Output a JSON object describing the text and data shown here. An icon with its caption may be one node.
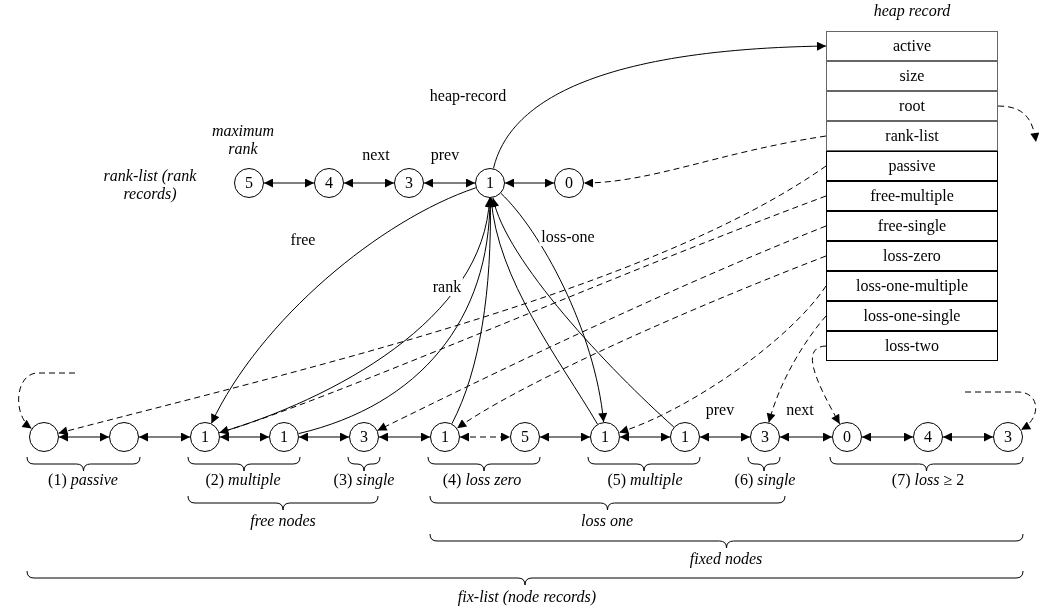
{
  "diagram": {
    "nodes": [
      {
        "text": [
          "heap record"
        ]
      },
      {
        "text": [
          "active"
        ],
        "in": 0
      },
      {
        "text": [
          "size"
        ],
        "in": 0
      },
      {
        "text": [
          "root"
        ],
        "in": 0
      },
      {
        "text": [
          "rank-list"
        ],
        "in": 0
      },
      {
        "text": [
          "passive"
        ],
        "in": 0
      },
      {
        "text": [
          "free-multiple"
        ],
        "in": 0
      },
      {
        "text": [
          "free-single"
        ],
        "in": 0
      },
      {
        "text": [
          "loss-zero"
        ],
        "in": 0
      },
      {
        "text": [
          "loss-one-multiple"
        ],
        "in": 0
      },
      {
        "text": [
          "loss-one-single"
        ],
        "in": 0
      },
      {
        "text": [
          "loss-two"
        ],
        "in": 0
      },
      {
        "text": [
          "5"
        ]
      },
      {
        "text": [
          "4"
        ]
      },
      {
        "text": [
          "3"
        ]
      },
      {
        "text": [
          "1"
        ]
      },
      {
        "text": [
          "0"
        ]
      },
      {
        "text": [],
        "shape": "circle"
      },
      {
        "text": [],
        "shape": "circle"
      },
      {
        "text": [
          "1"
        ]
      },
      {
        "text": [
          "1"
        ]
      },
      {
        "text": [
          "3"
        ]
      },
      {
        "text": [
          "1"
        ]
      },
      {
        "text": [
          "5"
        ]
      },
      {
        "text": [
          "1"
        ]
      },
      {
        "text": [
          "1"
        ]
      },
      {
        "text": [
          "3"
        ]
      },
      {
        "text": [
          "0"
        ]
      },
      {
        "text": [
          "4"
        ]
      },
      {
        "text": [
          "3"
        ]
      }
    ],
    "edges": [
      {
        "from": 12,
        "to": 13,
        "arrow": "both"
      },
      {
        "from": 13,
        "to": 14,
        "arrow": "both",
        "label": "next"
      },
      {
        "from": 14,
        "to": 15,
        "arrow": "both",
        "label": "prev"
      },
      {
        "from": 15,
        "to": 16,
        "arrow": "both"
      },
      {
        "from": 15,
        "to": 1,
        "arrow": "to",
        "label": "heap-record"
      },
      {
        "from": 4,
        "to": 16,
        "arrow": "to",
        "style": "dashed"
      },
      {
        "from": 3,
        "to": null,
        "arrow": "to",
        "style": "dashed"
      },
      {
        "from": 15,
        "to": 19,
        "arrow": "to",
        "label": "free"
      },
      {
        "from": 15,
        "to": 24,
        "arrow": "to",
        "label": "loss-one"
      },
      {
        "from": 19,
        "to": 15,
        "arrow": "to"
      },
      {
        "from": 20,
        "to": 15,
        "arrow": "to",
        "label": "rank"
      },
      {
        "from": 22,
        "to": 15,
        "arrow": "to"
      },
      {
        "from": 24,
        "to": 15,
        "arrow": "to"
      },
      {
        "from": 25,
        "to": 15,
        "arrow": "to"
      },
      {
        "from": 5,
        "to": 17,
        "arrow": "to",
        "style": "dashed"
      },
      {
        "from": 6,
        "to": 19,
        "arrow": "to",
        "style": "dashed"
      },
      {
        "from": 7,
        "to": 21,
        "arrow": "to",
        "style": "dashed"
      },
      {
        "from": 8,
        "to": 22,
        "arrow": "to",
        "style": "dashed"
      },
      {
        "from": 9,
        "to": 24,
        "arrow": "to",
        "style": "dashed"
      },
      {
        "from": 10,
        "to": 26,
        "arrow": "to",
        "style": "dashed"
      },
      {
        "from": 11,
        "to": 27,
        "arrow": "to",
        "style": "dashed"
      },
      {
        "from": null,
        "to": 17,
        "arrow": "to",
        "style": "dashed"
      },
      {
        "from": null,
        "to": 29,
        "arrow": "to",
        "style": "dashed"
      },
      {
        "from": 17,
        "to": 18,
        "arrow": "both"
      },
      {
        "from": 18,
        "to": 19,
        "arrow": "both"
      },
      {
        "from": 19,
        "to": 20,
        "arrow": "both"
      },
      {
        "from": 20,
        "to": 21,
        "arrow": "both"
      },
      {
        "from": 21,
        "to": 22,
        "arrow": "both"
      },
      {
        "from": 22,
        "to": 23,
        "arrow": "both",
        "style": "dashed"
      },
      {
        "from": 23,
        "to": 24,
        "arrow": "both"
      },
      {
        "from": 24,
        "to": 25,
        "arrow": "both"
      },
      {
        "from": 25,
        "to": 26,
        "arrow": "both",
        "label": "prev"
      },
      {
        "from": 26,
        "to": 27,
        "arrow": "both",
        "label": "next"
      },
      {
        "from": 27,
        "to": 28,
        "arrow": "both"
      },
      {
        "from": 28,
        "to": 29,
        "arrow": "both"
      }
    ],
    "labels": [
      "maximum rank",
      "rank-list (rank records)",
      "(1) *passive*",
      "(2) *multiple*",
      "(3) *single*",
      "(4) *loss zero*",
      "(5) *multiple*",
      "(6) *single*",
      "(7) *loss* ≥ 2",
      "free nodes",
      "loss one",
      "fixed nodes",
      "fix-list (node records)"
    ]
  }
}
